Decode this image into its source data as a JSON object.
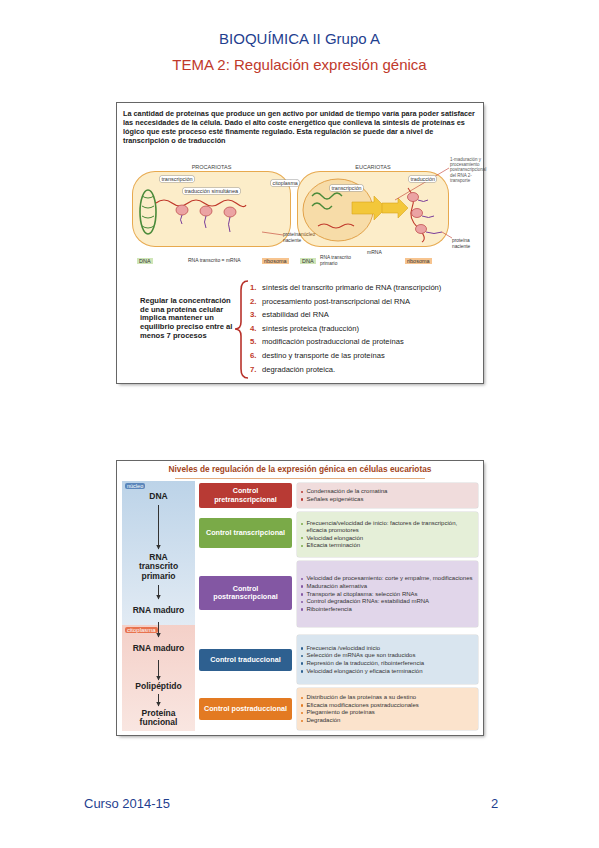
{
  "diagram": {
    "title": "BIOQUÍMICA II Grupo A",
    "nodes": [
      {
        "text": [
          "La cantidad de proteínas que produce un gen activo por unidad de tiempo varía para poder satisfacer las necesidades de la célula. Dado el alto coste energético que conlleva la síntesis de proteínas es lógico que este proceso esté finamente regulado. Esta regulación se puede dar a nivel de transcripción o de traducción"
        ]
      },
      {
        "text": [
          "PROCARIOTAS"
        ],
        "in": 0
      },
      {
        "text": [
          "EUCARIOTAS"
        ],
        "in": 0
      },
      {
        "text": [
          "Niveles de regulación de la expresión génica en células eucariotas"
        ]
      },
      {
        "text": [
          "núcleo"
        ],
        "in": 3
      },
      {
        "text": [
          "citoplasma"
        ],
        "in": 3
      },
      {
        "text": [
          "DNA"
        ],
        "in": 4
      },
      {
        "text": [
          "RNA transcrito primario"
        ],
        "in": 4
      },
      {
        "text": [
          "RNA maduro"
        ],
        "in": 4
      },
      {
        "text": [
          "RNA maduro"
        ],
        "in": 5
      },
      {
        "text": [
          "Polipéptido"
        ],
        "in": 5
      },
      {
        "text": [
          "Proteína funcional"
        ],
        "in": 5
      },
      {
        "text": [
          "Control pretranscripcional"
        ],
        "in": 3
      },
      {
        "text": [
          "Condensación de la cromatina",
          "Señales epigenéticas"
        ],
        "in": 3
      },
      {
        "text": [
          "Control transcripcional"
        ],
        "in": 3
      },
      {
        "text": [
          "Frecuencia/velocidad de inicio: factores de transcripción, eficacia promotores",
          "Velocidad elongación",
          "Eficacia terminación"
        ],
        "in": 3
      },
      {
        "text": [
          "Control postranscripcional"
        ],
        "in": 3
      },
      {
        "text": [
          "Velocidad de procesamiento: corte y empalme, modificaciones",
          "Maduración alternativa",
          "Transporte al citoplasma: selección RNAs",
          "Control degradación RNAs: estabilidad mRNA",
          "Ribointerferencia"
        ],
        "in": 3
      },
      {
        "text": [
          "Control traduccional"
        ],
        "in": 3
      },
      {
        "text": [
          "Frecuencia /velocidad inicio",
          "Selección de mRNAs que son traducidos",
          "Represión de la traducción, ribointerferencia",
          "Velocidad elongación y eficacia terminación"
        ],
        "in": 3
      },
      {
        "text": [
          "Control postraduccional"
        ],
        "in": 3
      },
      {
        "text": [
          "Distribución de las proteínas a su destino",
          "Eficacia modificaciones postraduccionales",
          "Plegamiento de proteínas",
          "Degradación"
        ],
        "in": 3
      }
    ],
    "edges": [
      {
        "from": 6,
        "to": 7,
        "arrow": "to"
      },
      {
        "from": 7,
        "to": 8,
        "arrow": "to"
      },
      {
        "from": 8,
        "to": 9,
        "arrow": "to"
      },
      {
        "from": 9,
        "to": 10,
        "arrow": "to"
      },
      {
        "from": 10,
        "to": 11,
        "arrow": "to"
      }
    ],
    "labels": [
      "TEMA 2: Regulación expresión génica",
      "transcripción",
      "traducción simultánea",
      "DNA",
      "RNA transcrito = mRNA",
      "ribosoma",
      "proteína naciente",
      "citoplasma",
      "núcleo",
      "transcripción",
      "traducción",
      "DNA",
      "RNA transcrito primario",
      "mRNA",
      "ribosoma",
      "proteína naciente",
      "1-maduración y procesamiento postranscripcional del RNA 2-transporte",
      "Regular la concentración de una proteína celular implica mantener un equilibrio preciso entre al menos 7 procesos",
      "1.",
      "síntesis del transcrito primario de RNA (transcripción)",
      "2.",
      "procesamiento post-transcripcional del RNA",
      "3.",
      "estabilidad del RNA",
      "4.",
      "síntesis proteica (traducción)",
      "5.",
      "modificación postraduccional de proteínas",
      "6.",
      "destino y transporte de las proteínas",
      "7.",
      "degradación proteica.",
      "Curso 2014-15",
      "2"
    ]
  }
}
